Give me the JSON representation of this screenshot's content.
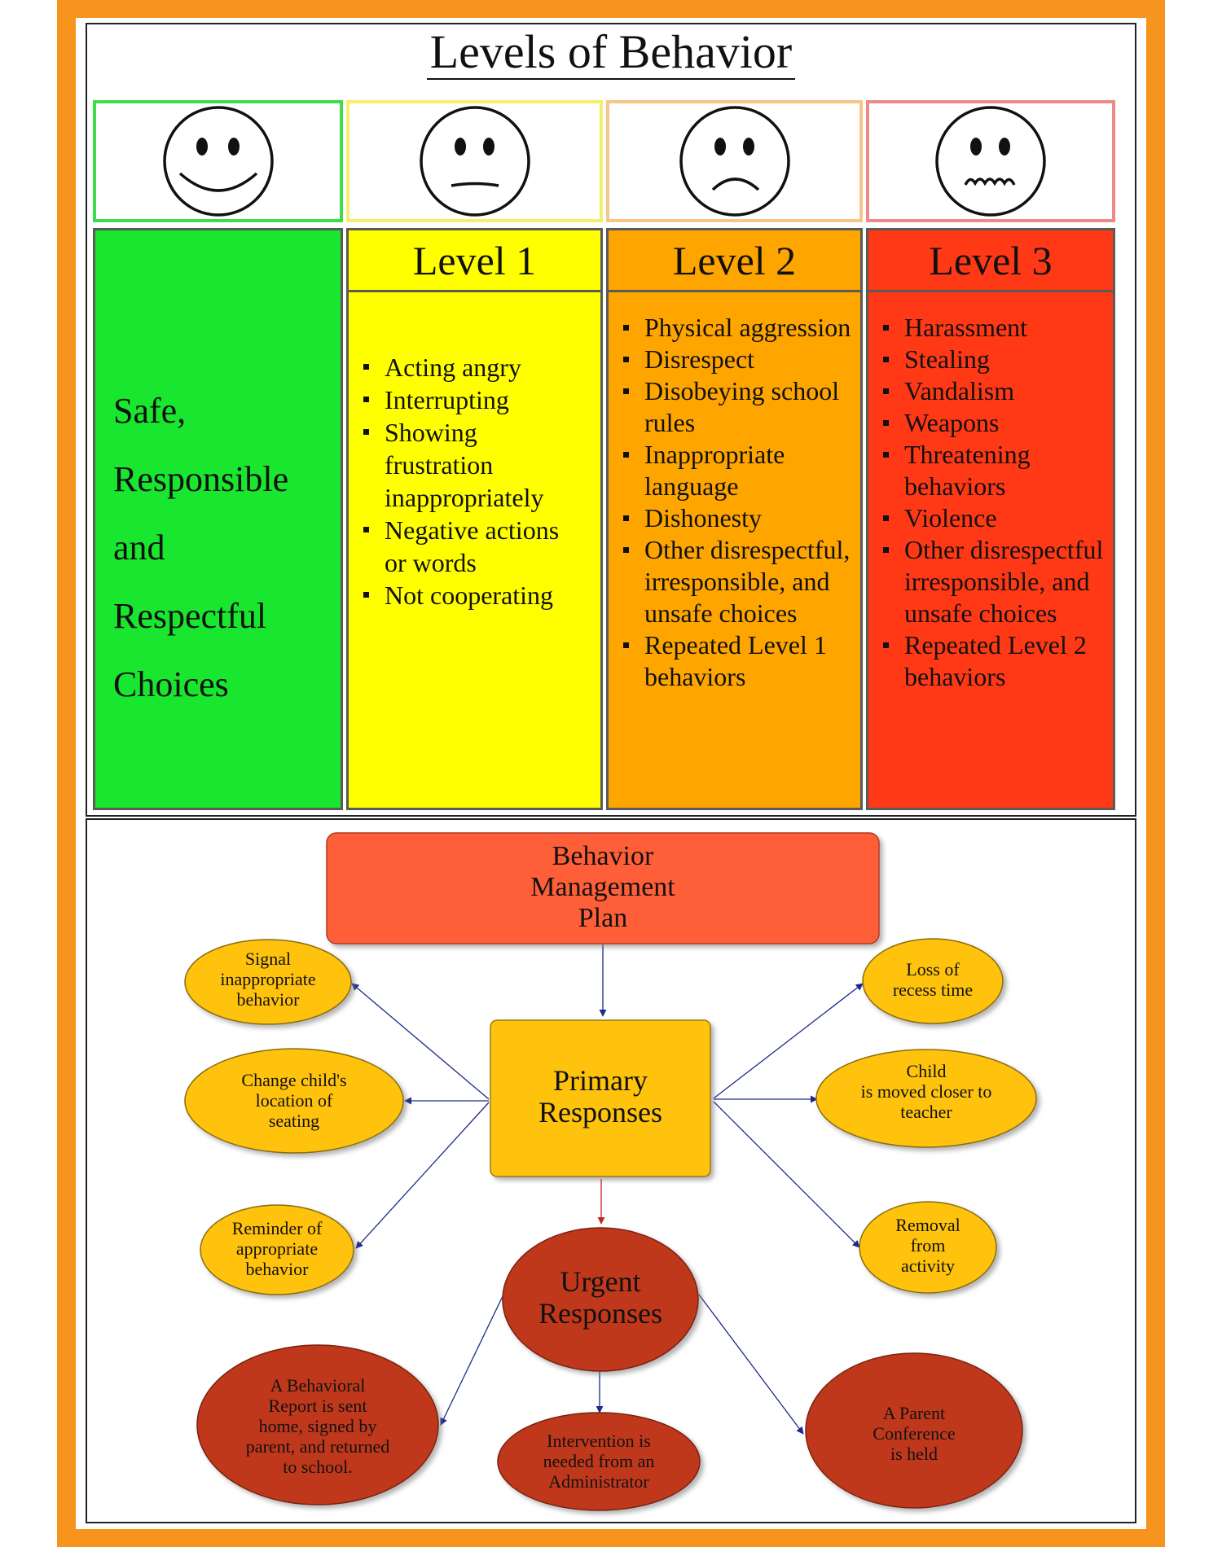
{
  "title": "Levels of Behavior",
  "colors": {
    "frame": "#F7941D",
    "green": "#19E62E",
    "yellow": "#FFFF00",
    "orange": "#FFA500",
    "red": "#FF3816"
  },
  "faces": [
    {
      "icon": "happy-face-icon"
    },
    {
      "icon": "neutral-face-icon"
    },
    {
      "icon": "sad-face-icon"
    },
    {
      "icon": "upset-face-icon"
    }
  ],
  "green_column": {
    "lines": [
      "Safe,",
      "Responsible",
      "and",
      "Respectful",
      "Choices"
    ]
  },
  "levels": [
    {
      "header": "Level 1",
      "items": [
        "Acting angry",
        "Interrupting",
        "Showing frustration inappropriately",
        "Negative actions or words",
        "Not cooperating"
      ]
    },
    {
      "header": "Level 2",
      "items": [
        "Physical aggression",
        "Disrespect",
        "Disobeying school rules",
        "Inappropriate language",
        "Dishonesty",
        "Other disrespectful, irresponsible, and unsafe choices",
        "Repeated Level 1 behaviors"
      ]
    },
    {
      "header": "Level 3",
      "items": [
        "Harassment",
        "Stealing",
        "Vandalism",
        "Weapons",
        "Threatening behaviors",
        "Violence",
        "Other disrespectful irresponsible, and unsafe choices",
        "Repeated Level 2 behaviors"
      ]
    }
  ],
  "plan": {
    "top": [
      "Behavior",
      "Management",
      "Plan"
    ],
    "primary": [
      "Primary",
      "Responses"
    ],
    "urgent": [
      "Urgent",
      "Responses"
    ],
    "primary_left": [
      [
        "Signal",
        "inappropriate",
        "behavior"
      ],
      [
        "Change child's",
        "location of",
        "seating"
      ],
      [
        "Reminder of",
        "appropriate",
        "behavior"
      ]
    ],
    "primary_right": [
      [
        "Loss of",
        "recess time"
      ],
      [
        "Child",
        "is moved closer to",
        "teacher"
      ],
      [
        "Removal",
        "from",
        "activity"
      ]
    ],
    "urgent_children": [
      [
        "A Behavioral",
        "Report is sent",
        "home, signed by",
        "parent, and returned",
        "to school."
      ],
      [
        "Intervention is",
        "needed  from an",
        "Administrator"
      ],
      [
        "A Parent",
        "Conference",
        "is held"
      ]
    ]
  }
}
